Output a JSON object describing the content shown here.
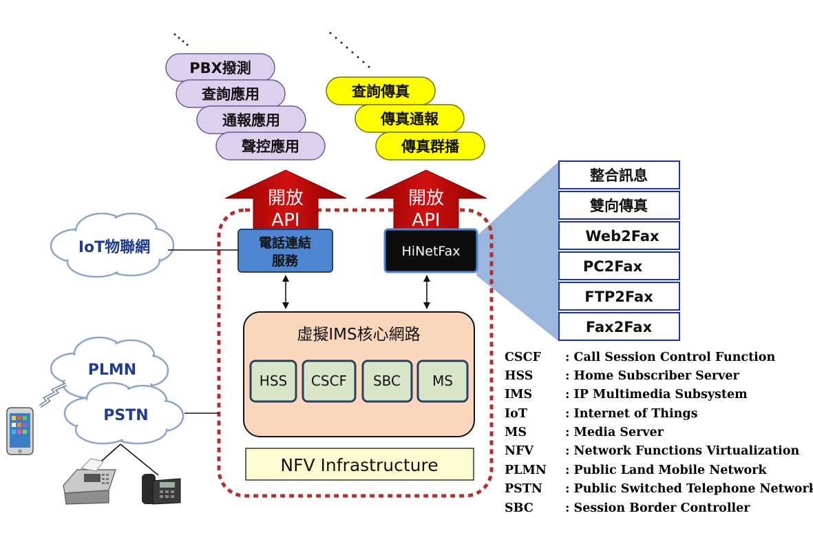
{
  "voice_apps": [
    "PBX撥測",
    "查詢應用",
    "通報應用",
    "聲控應用"
  ],
  "fax_apps": [
    "查詢傳真",
    "傳真通報",
    "傳真群播"
  ],
  "open_api": {
    "line1": "開放",
    "line2": "API"
  },
  "phone_service": {
    "line1": "電話連結",
    "line2": "服務"
  },
  "hinetfax": "HiNetFax",
  "hinetfax_features": [
    "整合訊息",
    "雙向傳真",
    "Web2Fax",
    "PC2Fax",
    "FTP2Fax",
    "Fax2Fax"
  ],
  "ims_core": {
    "title": "虛擬IMS核心網路",
    "components": [
      "HSS",
      "CSCF",
      "SBC",
      "MS"
    ]
  },
  "nfv_infrastructure": "NFV Infrastructure",
  "clouds": {
    "iot": "IoT物聯網",
    "plmn": "PLMN",
    "pstn": "PSTN"
  },
  "abbreviations": [
    {
      "abbr": "CSCF",
      "desc": ": Call Session Control Function"
    },
    {
      "abbr": "HSS",
      "desc": ": Home Subscriber Server"
    },
    {
      "abbr": "IMS",
      "desc": ": IP Multimedia Subsystem"
    },
    {
      "abbr": "IoT",
      "desc": ": Internet of Things"
    },
    {
      "abbr": "MS",
      "desc": ": Media Server"
    },
    {
      "abbr": "NFV",
      "desc": ": Network Functions Virtualization"
    },
    {
      "abbr": "PLMN",
      "desc": ": Public Land Mobile Network"
    },
    {
      "abbr": "PSTN",
      "desc": ": Public Switched Telephone Network"
    },
    {
      "abbr": "SBC",
      "desc": ": Session Border Controller"
    }
  ],
  "colors": {
    "arrow_red": "#c00000",
    "boundary_dash": "#b03030",
    "phone_service_fill": "#4f86d2",
    "hinetfax_fill": "#0d0d0d",
    "ims_fill": "#fad6bd",
    "nfv_fill": "#fdfbd0",
    "component_fill": "#d8e5c8",
    "feature_border": "#1a2fb8",
    "fan_fill": "#9db7dc"
  }
}
